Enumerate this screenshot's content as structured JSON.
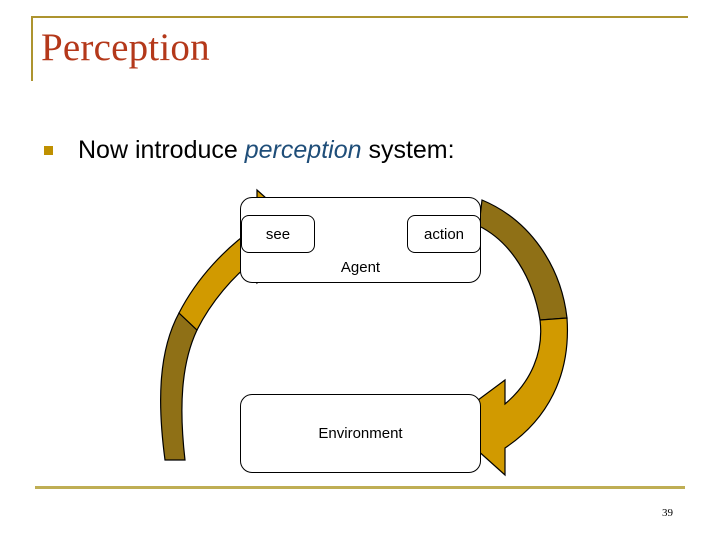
{
  "slide": {
    "title": "Perception",
    "page_number": "39",
    "accent_color": "#AD942F",
    "title_color": "#B4381A",
    "bullet_color": "#BF9000",
    "emphasis_color": "#1F4E79",
    "arrow_light": "#D19A00",
    "arrow_dark": "#8F7016",
    "rule_bottom_color": "#BFAE54"
  },
  "body": {
    "bullet": {
      "marker": "square-bullet",
      "text_before": "Now introduce ",
      "emphasis": "perception",
      "text_after": " system:"
    }
  },
  "diagram": {
    "type": "agent-environment-cycle",
    "nodes": [
      {
        "id": "agent",
        "label": "Agent",
        "shape": "rounded-rect"
      },
      {
        "id": "see",
        "label": "see",
        "shape": "rounded-rect"
      },
      {
        "id": "action",
        "label": "action",
        "shape": "rounded-rect"
      },
      {
        "id": "environment",
        "label": "Environment",
        "shape": "rounded-rect"
      }
    ],
    "edges": [
      {
        "id": "see-to-action",
        "from": "see",
        "to": "action",
        "style": "straight-arrow"
      },
      {
        "id": "action-to-env",
        "from": "action",
        "to": "environment",
        "style": "curved-arrow-right"
      },
      {
        "id": "env-to-see",
        "from": "environment",
        "to": "see",
        "style": "curved-arrow-left"
      }
    ]
  }
}
